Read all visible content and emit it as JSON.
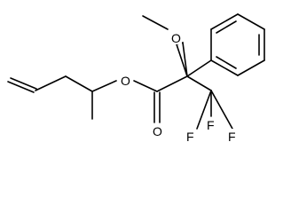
{
  "molecule": {
    "atoms": {
      "oxygen_ester": "O",
      "oxygen_carbonyl": "O",
      "oxygen_methoxy": "O",
      "fluorine_top": "F",
      "fluorine_left": "F",
      "fluorine_right": "F"
    }
  }
}
